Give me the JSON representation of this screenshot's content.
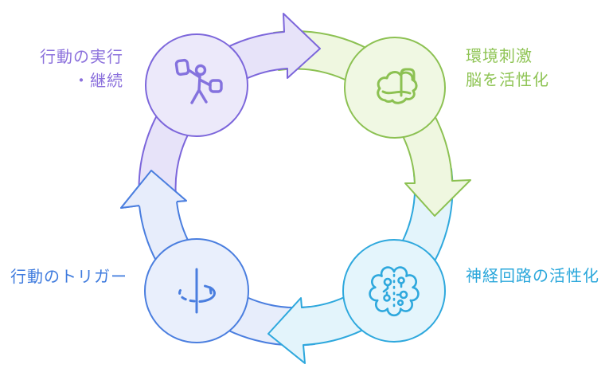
{
  "diagram": {
    "type": "cycle",
    "direction": "clockwise",
    "nodes": [
      {
        "id": "action",
        "label_line1": "行動の実行",
        "label_line2": "・継続",
        "icon": "person-activity-icon",
        "accent": "#7C66DB",
        "fill": "#ECE9FA",
        "band_fill": "#E7E3F9"
      },
      {
        "id": "stimulus",
        "label_line1": "環境刺激",
        "label_line2": "脳を活性化",
        "icon": "brain-icon",
        "accent": "#8CC152",
        "fill": "#F0F8E3",
        "band_fill": "#EFF7E0"
      },
      {
        "id": "circuit",
        "label_line1": "神経回路の活性化",
        "label_line2": "",
        "icon": "brain-circuit-icon",
        "accent": "#2EA8DD",
        "fill": "#E4F5FC",
        "band_fill": "#E3F4FB"
      },
      {
        "id": "trigger",
        "label_line1": "行動のトリガー",
        "label_line2": "",
        "icon": "rotate-axis-icon",
        "accent": "#4A7EDF",
        "fill": "#E9EFFC",
        "band_fill": "#E7EDFB"
      }
    ]
  }
}
